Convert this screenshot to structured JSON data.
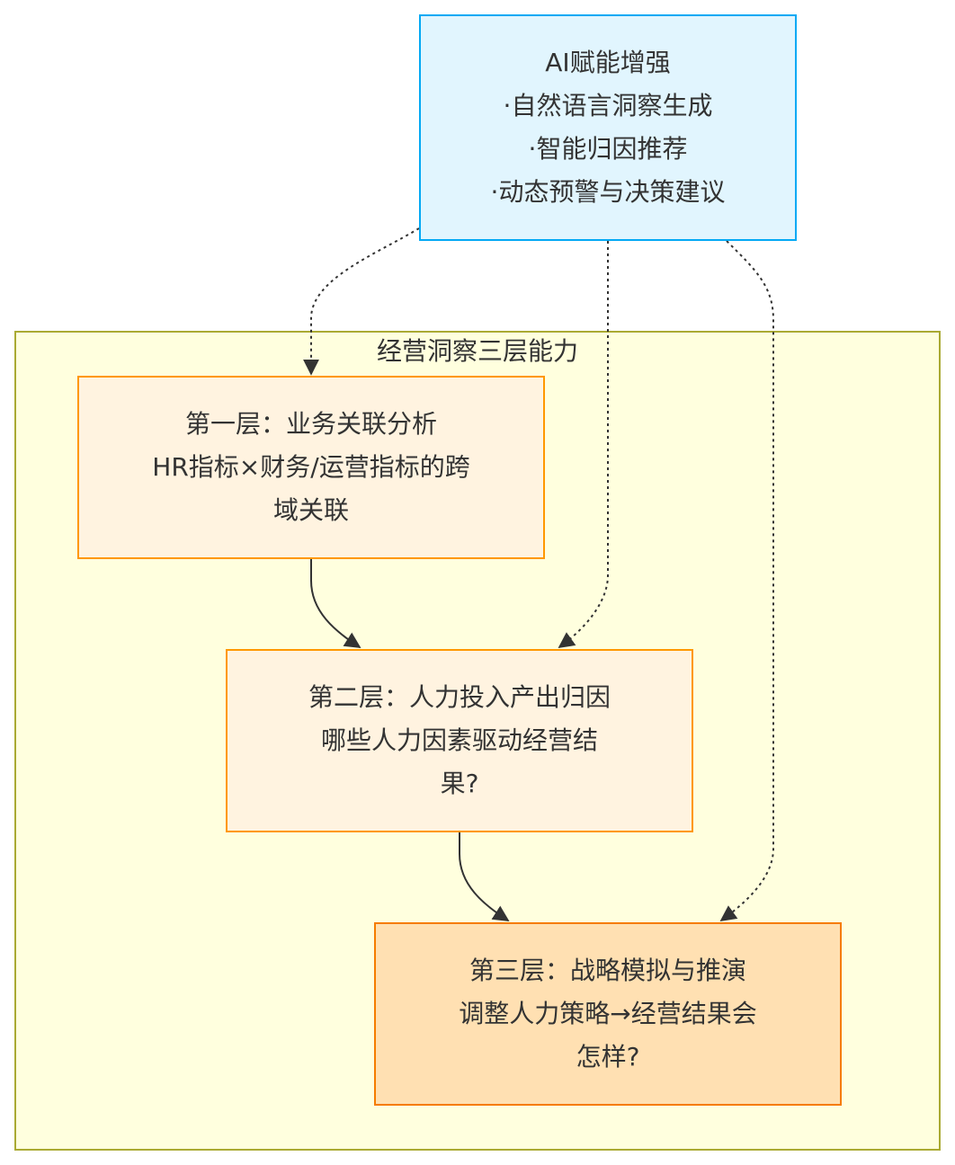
{
  "group": {
    "title": "经营洞察三层能力"
  },
  "ai_node": {
    "lines": [
      "AI赋能增强",
      "·自然语言洞察生成",
      "·智能归因推荐",
      "·动态预警与决策建议"
    ]
  },
  "layer1": {
    "lines": [
      "第一层：业务关联分析",
      "HR指标×财务/运营指标的跨",
      "域关联"
    ]
  },
  "layer2": {
    "lines": [
      "第二层：人力投入产出归因",
      "哪些人力因素驱动经营结",
      "果?"
    ]
  },
  "layer3": {
    "lines": [
      "第三层：战略模拟与推演",
      "调整人力策略→经营结果会",
      "怎样?"
    ]
  },
  "edges": [
    {
      "from": "layer1",
      "to": "layer2",
      "style": "solid"
    },
    {
      "from": "layer2",
      "to": "layer3",
      "style": "solid"
    },
    {
      "from": "ai_node",
      "to": "layer1",
      "style": "dotted"
    },
    {
      "from": "ai_node",
      "to": "layer2",
      "style": "dotted"
    },
    {
      "from": "ai_node",
      "to": "layer3",
      "style": "dotted"
    }
  ],
  "colors": {
    "group_fill": "#ffffde",
    "group_border": "#aaaa33",
    "ai_fill": "#e1f5fe",
    "ai_border": "#03a9f4",
    "layer_fill": "#fff3e0",
    "layer_border": "#ff9800",
    "layer3_fill": "#ffe0b2",
    "layer3_border": "#f57c00",
    "edge": "#333333"
  }
}
